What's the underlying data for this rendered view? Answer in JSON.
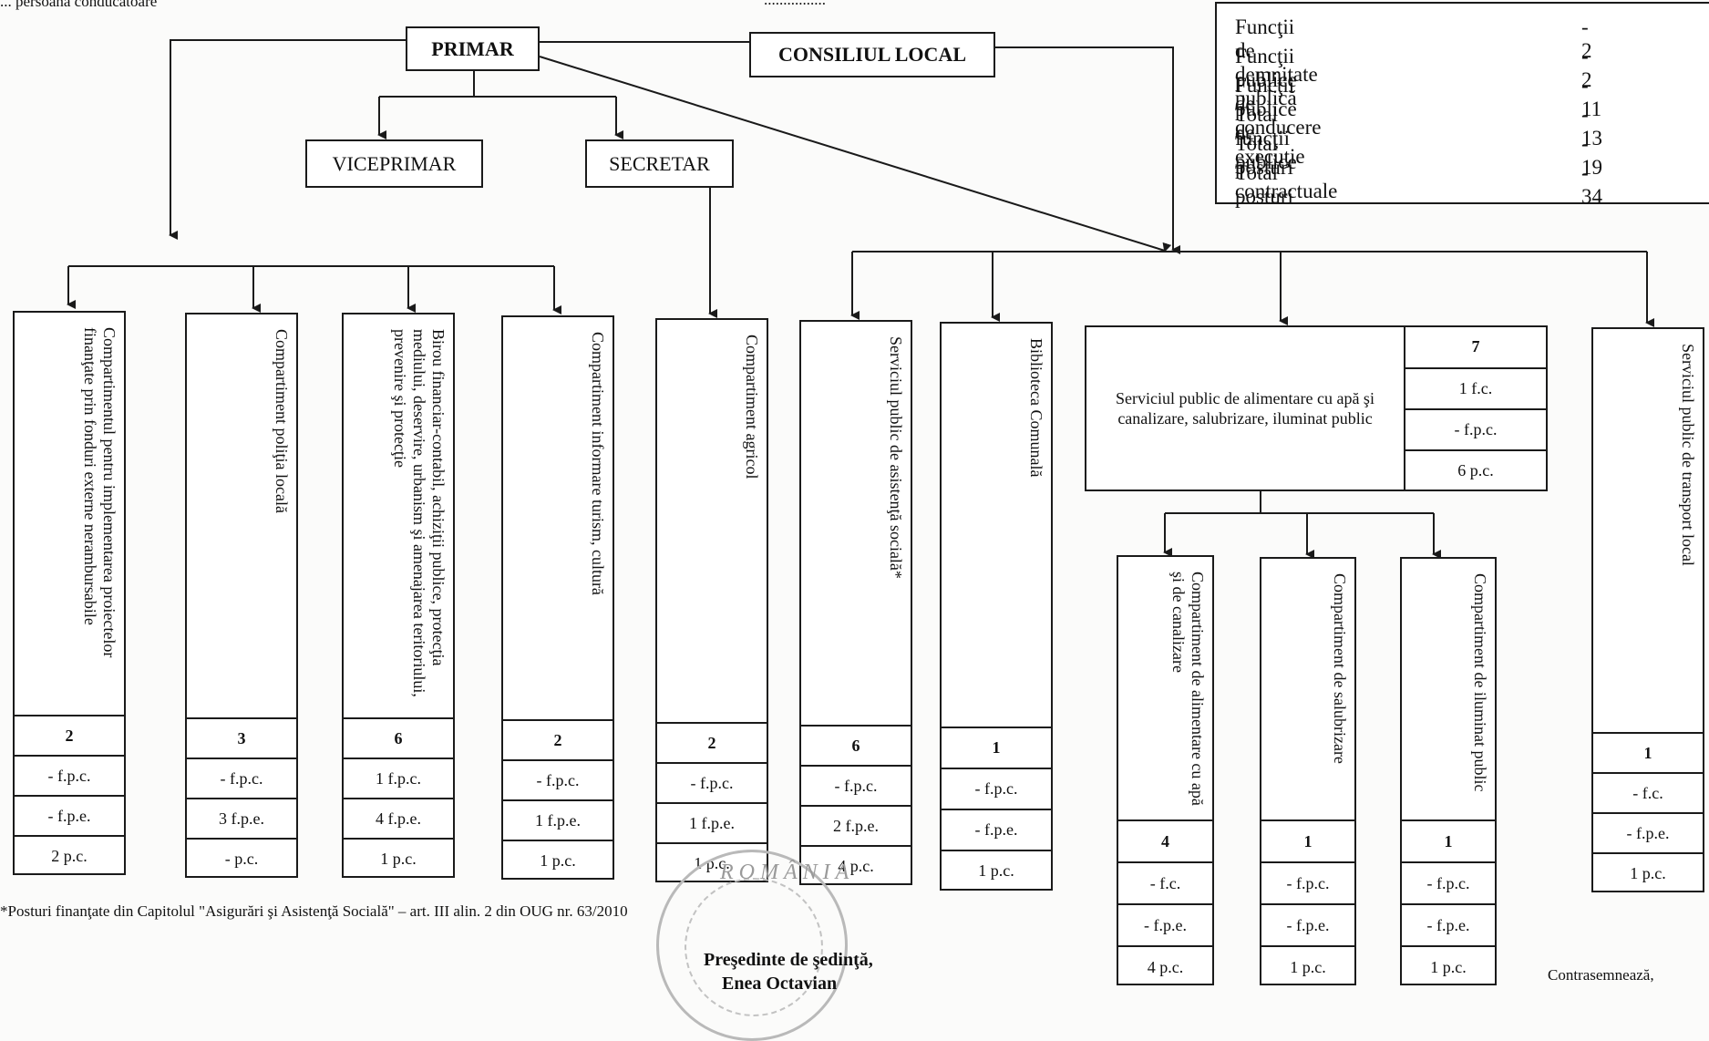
{
  "header": {
    "left_fragment": "... persoana conducătoare",
    "right_fragment": "................"
  },
  "top": {
    "primar": "PRIMAR",
    "consiliu": "CONSILIUL LOCAL",
    "viceprimar": "VICEPRIMAR",
    "secretar": "SECRETAR"
  },
  "legend": {
    "rows": [
      {
        "label": "Funcţii de demnitate publică",
        "value": "- 2"
      },
      {
        "label": "Funcţii publice de conducere",
        "value": "- 2"
      },
      {
        "label": "Funcţii publice de execuţie",
        "value": "- 11"
      },
      {
        "label": "Total funcţii publice",
        "value": "- 13"
      },
      {
        "label": "Total posturi contractuale",
        "value": "- 19"
      },
      {
        "label": "Total posturi",
        "value": "- 34"
      }
    ]
  },
  "departments": [
    {
      "label": "Compartimentul pentru implementarea proiectelor finanţate prin fonduri externe nerambursabile",
      "cells": [
        "2",
        "- f.p.c.",
        "- f.p.e.",
        "2 p.c."
      ]
    },
    {
      "label": "Compartiment poliţia locală",
      "cells": [
        "3",
        "- f.p.c.",
        "3 f.p.e.",
        "- p.c."
      ]
    },
    {
      "label": "Birou financiar-contabil, achiziţii publice, protecţia mediului, deservire, urbanism şi amenajarea teritoriului, prevenire şi protecţie",
      "cells": [
        "6",
        "1 f.p.c.",
        "4 f.p.e.",
        "1 p.c."
      ]
    },
    {
      "label": "Compartiment informare turism, cultură",
      "cells": [
        "2",
        "- f.p.c.",
        "1 f.p.e.",
        "1 p.c."
      ]
    },
    {
      "label": "Compartiment agricol",
      "cells": [
        "2",
        "- f.p.c.",
        "1 f.p.e.",
        "1 p.c."
      ]
    },
    {
      "label": "Serviciul public de asistenţă socială*",
      "cells": [
        "6",
        "- f.p.c.",
        "2 f.p.e.",
        "4 p.c."
      ]
    },
    {
      "label": "Biblioteca Comunală",
      "cells": [
        "1",
        "- f.p.c.",
        "- f.p.e.",
        "1 p.c."
      ]
    },
    {
      "label": "Serviciul public de transport local",
      "cells": [
        "1",
        "- f.c.",
        "- f.p.e.",
        "1 p.c."
      ]
    }
  ],
  "service": {
    "label": "Serviciul public de alimentare cu apă şi canalizare, salubrizare, iluminat public",
    "cells": [
      "7",
      "1 f.c.",
      "- f.p.c.",
      "6 p.c."
    ]
  },
  "subdepartments": [
    {
      "label": "Compartiment de alimentare cu apă şi de canalizare",
      "cells": [
        "4",
        "- f.c.",
        "- f.p.e.",
        "4 p.c."
      ]
    },
    {
      "label": "Compartiment de salubrizare",
      "cells": [
        "1",
        "- f.p.c.",
        "- f.p.e.",
        "1 p.c."
      ]
    },
    {
      "label": "Compartiment de iluminat public",
      "cells": [
        "1",
        "- f.p.c.",
        "- f.p.e.",
        "1 p.c."
      ]
    }
  ],
  "footnote": "*Posturi finanţate din Capitolul \"Asigurări şi Asistenţă Socială\" – art. III alin. 2 din OUG nr. 63/2010",
  "signature": {
    "title": "Preşedinte de şedinţă,",
    "name": "Enea Octavian"
  },
  "contrasign": "Contrasemnează,",
  "seal": {
    "text": "ROMÂNIA"
  }
}
